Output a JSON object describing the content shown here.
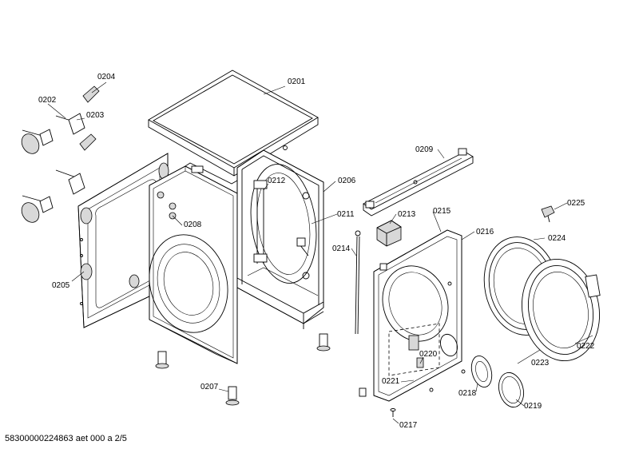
{
  "document_id": "58300000224863 aet 000 a 2/5",
  "labels": {
    "p0201": "0201",
    "p0202": "0202",
    "p0203": "0203",
    "p0204": "0204",
    "p0205": "0205",
    "p0206": "0206",
    "p0207": "0207",
    "p0208": "0208",
    "p0209": "0209",
    "p0211": "0211",
    "p0212": "0212",
    "p0213": "0213",
    "p0214": "0214",
    "p0215": "0215",
    "p0216": "0216",
    "p0217": "0217",
    "p0218": "0218",
    "p0219": "0219",
    "p0220": "0220",
    "p0221": "0221",
    "p0222": "0222",
    "p0223": "0223",
    "p0224": "0224",
    "p0225": "0225"
  }
}
